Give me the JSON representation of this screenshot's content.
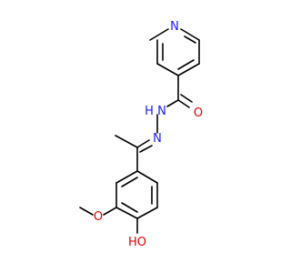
{
  "molecule": {
    "atoms": {
      "pyridine_n": "N",
      "carbonyl_o": "O",
      "amide_nh": "N",
      "amide_h": "H",
      "imine_n": "N",
      "methoxy_o": "O",
      "hydroxyl": "HO"
    },
    "colors": {
      "bond": "#000000",
      "nitrogen": "#1a1aff",
      "oxygen": "#e60000"
    }
  }
}
